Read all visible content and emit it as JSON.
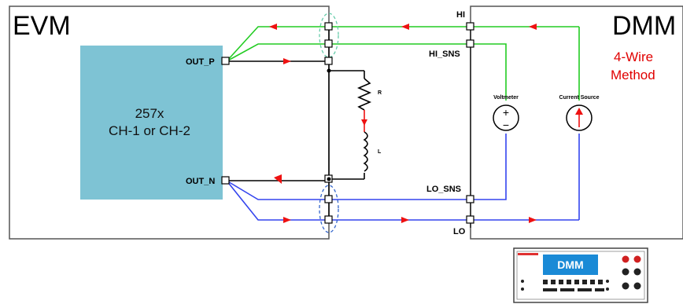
{
  "evm": {
    "title": "EVM"
  },
  "chip": {
    "line1": "257x",
    "line2": "CH-1 or CH-2"
  },
  "ports": {
    "out_p": "OUT_P",
    "out_n": "OUT_N"
  },
  "components": {
    "resistor": "R",
    "inductor": "L"
  },
  "dmm": {
    "title": "DMM",
    "method_line1": "4-Wire",
    "method_line2": "Method",
    "terminals": {
      "hi": "HI",
      "hi_sns": "HI_SNS",
      "lo_sns": "LO_SNS",
      "lo": "LO"
    },
    "voltmeter": "Voltmeter",
    "current_source": "Current Source",
    "device_display": "DMM"
  },
  "colors": {
    "hi_wire": "#22cc22",
    "lo_wire": "#3344ee",
    "load_wire": "#000000",
    "arrow": "#ee1111",
    "chip_fill": "#7ec3d4",
    "ellipse": "#3366cc"
  }
}
